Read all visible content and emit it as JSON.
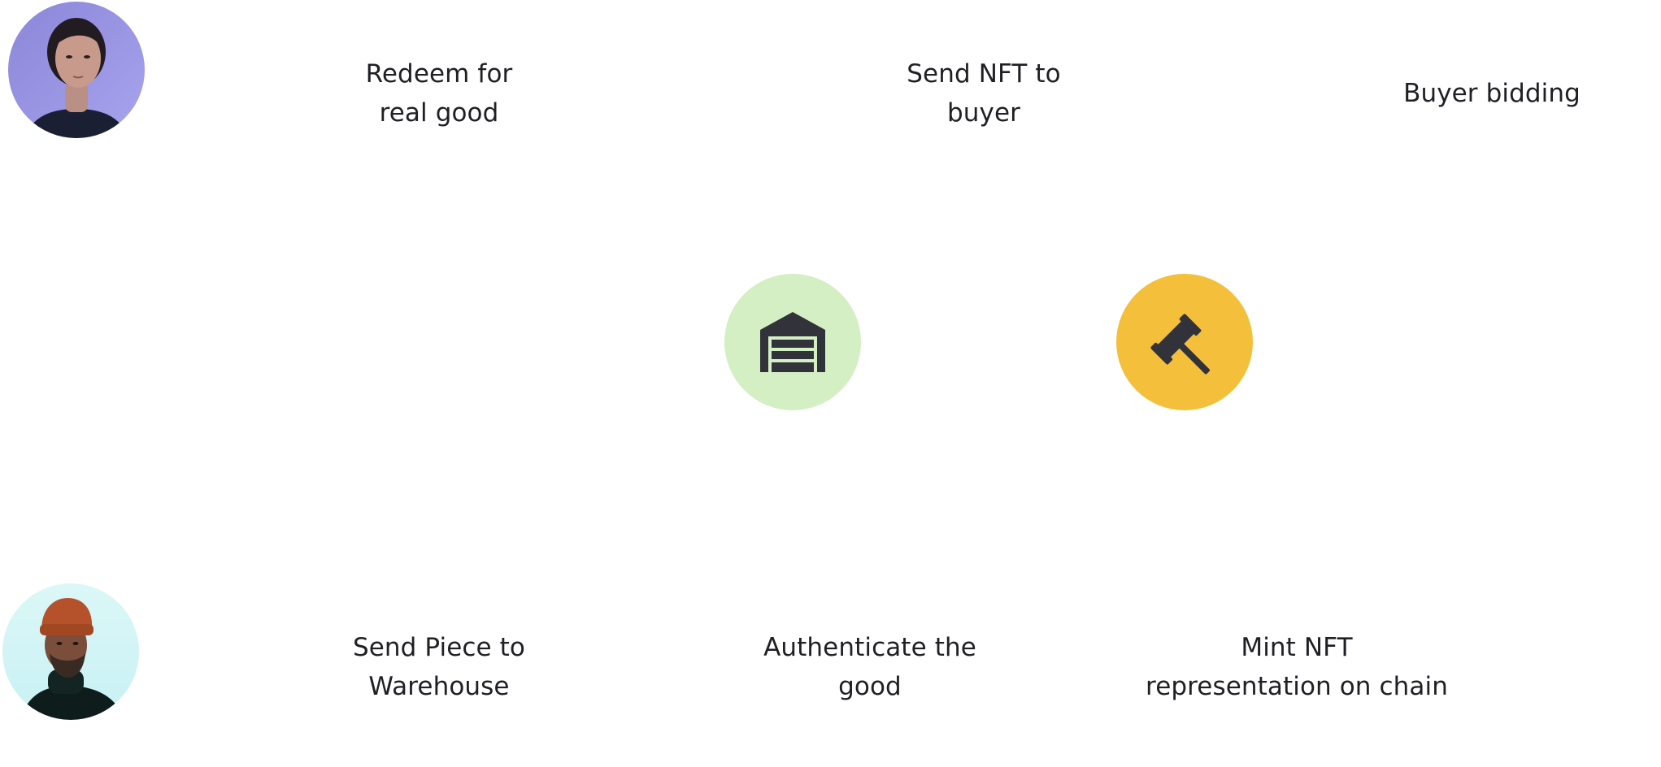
{
  "colors": {
    "warehouse_node": "#d3efc3",
    "auction_node": "#f4bf3a",
    "icon": "#32323a",
    "text": "#1f1f24"
  },
  "avatars": {
    "top": {
      "icon": "woman-avatar"
    },
    "bottom": {
      "icon": "man-avatar"
    }
  },
  "steps": {
    "redeem": {
      "line1": "Redeem for",
      "line2": "real good"
    },
    "send_nft": {
      "line1": "Send NFT to",
      "line2": "buyer"
    },
    "buyer_bidding": {
      "line1": "Buyer bidding"
    },
    "send_piece": {
      "line1": "Send Piece to",
      "line2": "Warehouse"
    },
    "authenticate": {
      "line1": "Authenticate the",
      "line2": "good"
    },
    "mint": {
      "line1": "Mint NFT",
      "line2": "representation on chain"
    }
  },
  "nodes": {
    "warehouse": {
      "icon": "warehouse-icon"
    },
    "auction": {
      "icon": "gavel-icon"
    }
  }
}
